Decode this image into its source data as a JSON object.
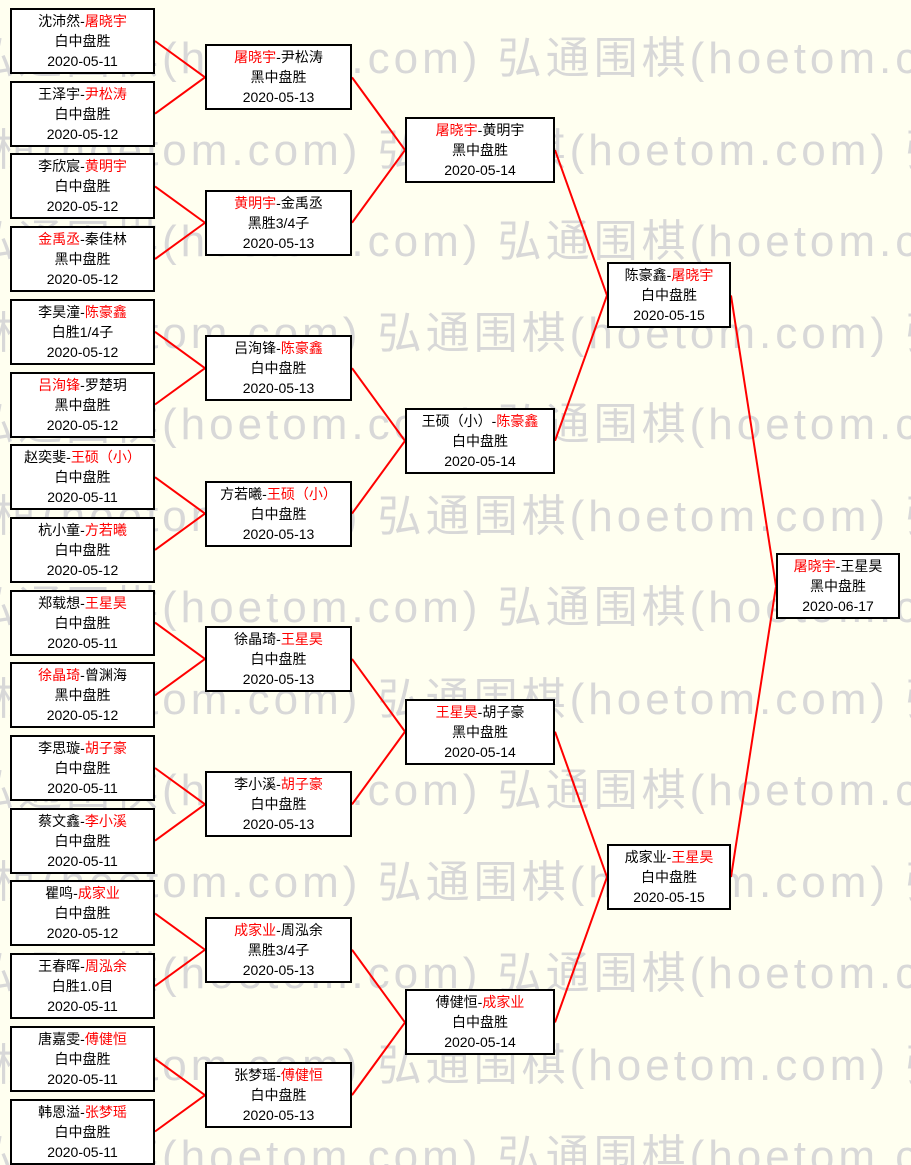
{
  "watermark": {
    "text": "弘通围棋(hoetom.com)"
  },
  "colors": {
    "background": "#FFFFF0",
    "box_background": "#FFFFFF",
    "box_border": "#000000",
    "text": "#000000",
    "connector": "#FF0000",
    "winner_name": "#FF0000",
    "watermark": "#D8D8D8"
  },
  "bracket": {
    "rounds": [
      {
        "matches": [
          {
            "p1": "沈沛然",
            "p2": "屠晓宇",
            "winner": 2,
            "result": "白中盘胜",
            "date": "2020-05-11"
          },
          {
            "p1": "王泽宇",
            "p2": "尹松涛",
            "winner": 2,
            "result": "白中盘胜",
            "date": "2020-05-12"
          },
          {
            "p1": "李欣宸",
            "p2": "黄明宇",
            "winner": 2,
            "result": "白中盘胜",
            "date": "2020-05-12"
          },
          {
            "p1": "金禹丞",
            "p2": "秦佳林",
            "winner": 1,
            "result": "黑中盘胜",
            "date": "2020-05-12"
          },
          {
            "p1": "李昊潼",
            "p2": "陈豪鑫",
            "winner": 2,
            "result": "白胜1/4子",
            "date": "2020-05-12"
          },
          {
            "p1": "吕洵锋",
            "p2": "罗楚玥",
            "winner": 1,
            "result": "黑中盘胜",
            "date": "2020-05-12"
          },
          {
            "p1": "赵奕斐",
            "p2": "王硕（小）",
            "winner": 2,
            "result": "白中盘胜",
            "date": "2020-05-11"
          },
          {
            "p1": "杭小童",
            "p2": "方若曦",
            "winner": 2,
            "result": "白中盘胜",
            "date": "2020-05-12"
          },
          {
            "p1": "郑载想",
            "p2": "王星昊",
            "winner": 2,
            "result": "白中盘胜",
            "date": "2020-05-11"
          },
          {
            "p1": "徐晶琦",
            "p2": "曾渊海",
            "winner": 1,
            "result": "黑中盘胜",
            "date": "2020-05-12"
          },
          {
            "p1": "李思璇",
            "p2": "胡子豪",
            "winner": 2,
            "result": "白中盘胜",
            "date": "2020-05-11"
          },
          {
            "p1": "蔡文鑫",
            "p2": "李小溪",
            "winner": 2,
            "result": "白中盘胜",
            "date": "2020-05-11"
          },
          {
            "p1": "瞿鸣",
            "p2": "成家业",
            "winner": 2,
            "result": "白中盘胜",
            "date": "2020-05-12"
          },
          {
            "p1": "王春晖",
            "p2": "周泓余",
            "winner": 2,
            "result": "白胜1.0目",
            "date": "2020-05-11"
          },
          {
            "p1": "唐嘉雯",
            "p2": "傅健恒",
            "winner": 2,
            "result": "白中盘胜",
            "date": "2020-05-11"
          },
          {
            "p1": "韩恩溢",
            "p2": "张梦瑶",
            "winner": 2,
            "result": "白中盘胜",
            "date": "2020-05-11"
          }
        ]
      },
      {
        "matches": [
          {
            "p1": "屠晓宇",
            "p2": "尹松涛",
            "winner": 1,
            "result": "黑中盘胜",
            "date": "2020-05-13"
          },
          {
            "p1": "黄明宇",
            "p2": "金禹丞",
            "winner": 1,
            "result": "黑胜3/4子",
            "date": "2020-05-13"
          },
          {
            "p1": "吕洵锋",
            "p2": "陈豪鑫",
            "winner": 2,
            "result": "白中盘胜",
            "date": "2020-05-13"
          },
          {
            "p1": "方若曦",
            "p2": "王硕（小）",
            "winner": 2,
            "result": "白中盘胜",
            "date": "2020-05-13"
          },
          {
            "p1": "徐晶琦",
            "p2": "王星昊",
            "winner": 2,
            "result": "白中盘胜",
            "date": "2020-05-13"
          },
          {
            "p1": "李小溪",
            "p2": "胡子豪",
            "winner": 2,
            "result": "白中盘胜",
            "date": "2020-05-13"
          },
          {
            "p1": "成家业",
            "p2": "周泓余",
            "winner": 1,
            "result": "黑胜3/4子",
            "date": "2020-05-13"
          },
          {
            "p1": "张梦瑶",
            "p2": "傅健恒",
            "winner": 2,
            "result": "白中盘胜",
            "date": "2020-05-13"
          }
        ]
      },
      {
        "matches": [
          {
            "p1": "屠晓宇",
            "p2": "黄明宇",
            "winner": 1,
            "result": "黑中盘胜",
            "date": "2020-05-14"
          },
          {
            "p1": "王硕（小）",
            "p2": "陈豪鑫",
            "winner": 2,
            "result": "白中盘胜",
            "date": "2020-05-14"
          },
          {
            "p1": "王星昊",
            "p2": "胡子豪",
            "winner": 1,
            "result": "黑中盘胜",
            "date": "2020-05-14"
          },
          {
            "p1": "傅健恒",
            "p2": "成家业",
            "winner": 2,
            "result": "白中盘胜",
            "date": "2020-05-14"
          }
        ]
      },
      {
        "matches": [
          {
            "p1": "陈豪鑫",
            "p2": "屠晓宇",
            "winner": 2,
            "result": "白中盘胜",
            "date": "2020-05-15"
          },
          {
            "p1": "成家业",
            "p2": "王星昊",
            "winner": 2,
            "result": "白中盘胜",
            "date": "2020-05-15"
          }
        ]
      },
      {
        "matches": [
          {
            "p1": "屠晓宇",
            "p2": "王星昊",
            "winner": 1,
            "result": "黑中盘胜",
            "date": "2020-06-17"
          }
        ]
      }
    ]
  }
}
